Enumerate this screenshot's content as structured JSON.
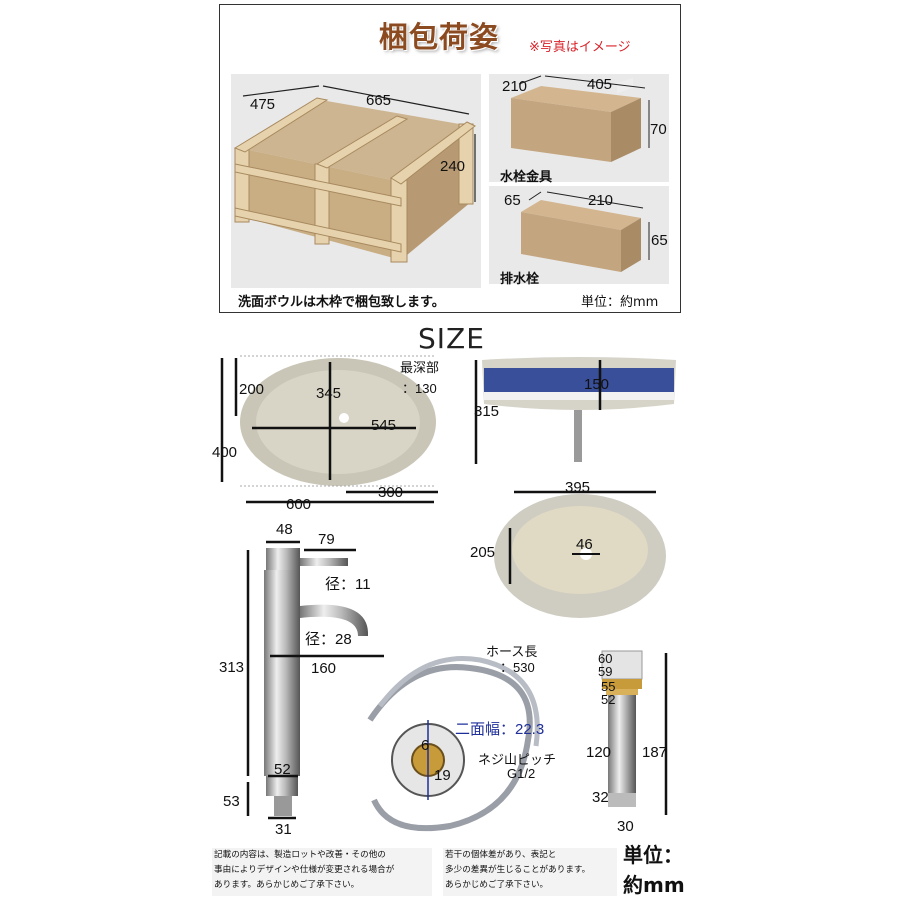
{
  "packaging": {
    "title": "梱包荷姿",
    "note": "※写真はイメージ",
    "crate": {
      "width": "665",
      "depth": "475",
      "height": "240"
    },
    "faucet_box": {
      "label": "水栓金具",
      "depth": "210",
      "width": "405",
      "height": "70"
    },
    "drain_box": {
      "label": "排水栓",
      "depth": "65",
      "width": "210",
      "height": "65"
    },
    "caption": "洗面ボウルは木枠で梱包致します。",
    "unit": "単位：約mm"
  },
  "size": {
    "title": "SIZE",
    "bowl_top": {
      "d200": "200",
      "d345": "345",
      "d545": "545",
      "d400": "400",
      "d600": "600",
      "d300": "300",
      "deepest_label": "最深部",
      "deepest_value": "：130"
    },
    "bowl_side": {
      "d315": "315",
      "d150": "150"
    },
    "bowl_inner": {
      "d395": "395",
      "d205": "205",
      "d46": "46"
    },
    "faucet": {
      "d48": "48",
      "d79": "79",
      "dia11": "径：11",
      "dia28": "径：28",
      "d160": "160",
      "d313": "313",
      "d52": "52",
      "d53": "53",
      "d31": "31"
    },
    "hose": {
      "length_label": "ホース長",
      "length_value": "：530",
      "flat_width": "二面幅：22.3",
      "pitch_label": "ネジ山ピッチ",
      "pitch_value": "G1/2",
      "d6": "6",
      "d19": "19"
    },
    "drain": {
      "d60": "60",
      "d59": "59",
      "d55": "55",
      "d52": "52",
      "d120": "120",
      "d187": "187",
      "d32": "32",
      "d30": "30"
    }
  },
  "notes": {
    "left": [
      "記載の内容は、製造ロットや改善・その他の",
      "事由によりデザインや仕様が変更される場合が",
      "あります。あらかじめご了承下さい。"
    ],
    "right": [
      "若干の個体差があり、表記と",
      "多少の差異が生じることがあります。",
      "あらかじめご了承下さい。"
    ]
  },
  "bottom_unit": {
    "line1": "単位：",
    "line2": "約mm"
  },
  "colors": {
    "title_brown": "#8b4a1f",
    "note_red": "#d8232a",
    "flat_width_blue": "#1f2f9a",
    "cardboard": "#c3a57f"
  }
}
